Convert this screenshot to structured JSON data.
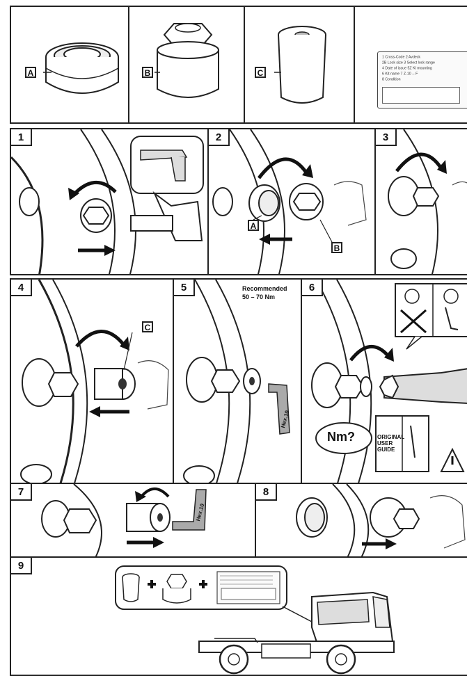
{
  "legend_panel": {
    "parts": [
      "A",
      "B",
      "C"
    ],
    "card_lines": [
      "1   Cross-Code         2   Avdeck",
      "2B  Lock size           3   Select lock range",
      "4   Date of issue       5Z  Kl mounting",
      "6   Kit name            7   Z-10 -- F",
      "8   Condition"
    ]
  },
  "steps": [
    {
      "number": "1"
    },
    {
      "number": "2",
      "labels": [
        "A",
        "B"
      ]
    },
    {
      "number": "3"
    },
    {
      "number": "4",
      "labels": [
        "C"
      ]
    },
    {
      "number": "5",
      "recommended_line1": "Recommended",
      "recommended_line2": "50 – 70 Nm",
      "tool_label": "Hex.10"
    },
    {
      "number": "6",
      "torque_bubble": "Nm?",
      "guide_line1": "ORIGINAL",
      "guide_line2": "USER",
      "guide_line3": "GUIDE"
    },
    {
      "number": "7",
      "tool_label": "Hex.10"
    },
    {
      "number": "8"
    },
    {
      "number": "9"
    }
  ]
}
